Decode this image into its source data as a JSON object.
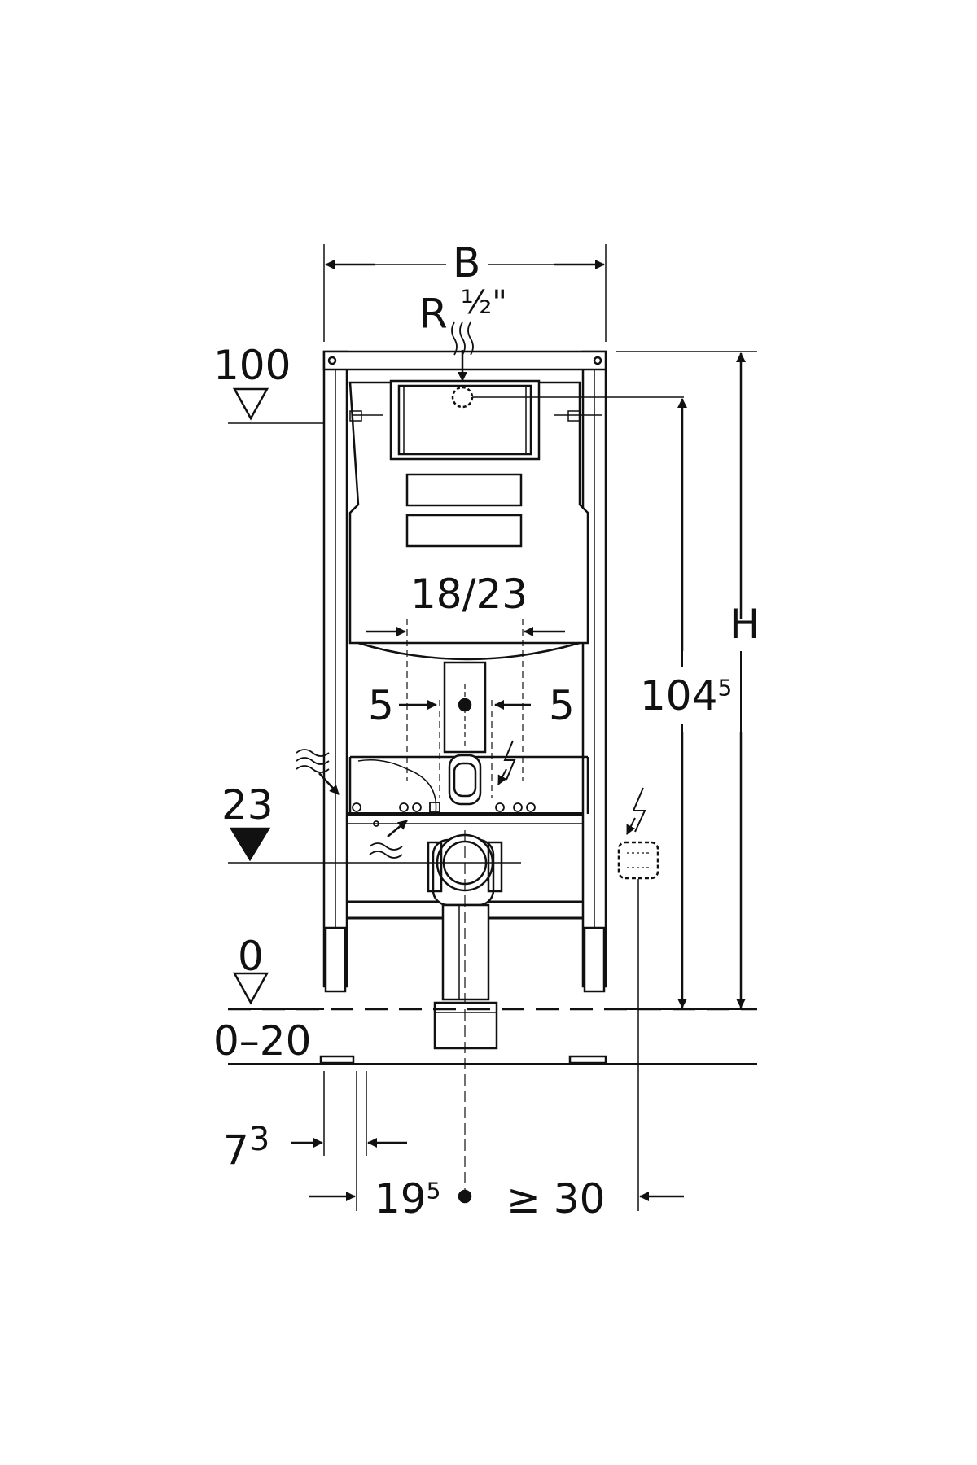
{
  "colors": {
    "line": "#111111",
    "background": "#ffffff",
    "fill_light": "#e6e6e6"
  },
  "dimensions": {
    "width_label": "B",
    "thread_label": "R",
    "thread_fraction": "½\"",
    "level_100": "100",
    "level_0": "0",
    "level_23": "23",
    "bracket_range": "0–20",
    "spacing_center": "18/23",
    "offset_left": "5",
    "offset_right": "5",
    "height_label": "H",
    "height_value_base": "104",
    "height_value_sup": "5",
    "left_offset_base": "7",
    "left_offset_sup": "3",
    "depth_base": "19",
    "depth_sup": "5",
    "min_clearance": "≥ 30"
  },
  "icons": [
    "water-supply-icon",
    "electric-icon",
    "socket-icon",
    "level-marker-icon"
  ]
}
